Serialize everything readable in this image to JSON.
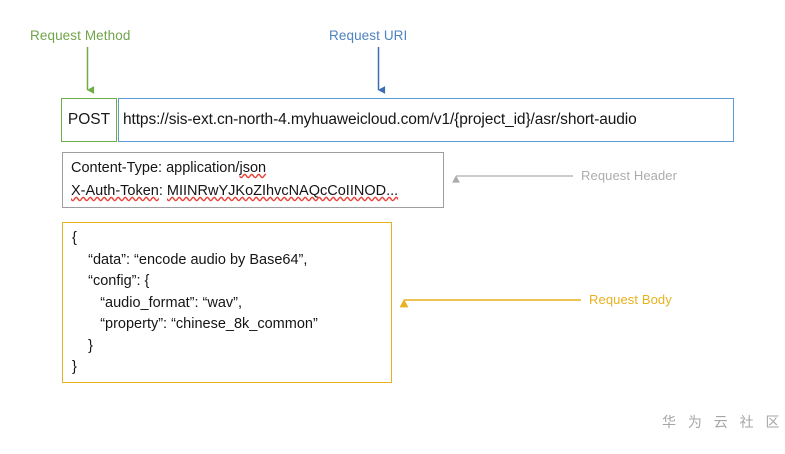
{
  "colors": {
    "method_green": "#70AD47",
    "uri_blue": "#5B9BD5",
    "header_gray": "#9E9E9E",
    "body_yellow": "#E8B11E",
    "label_gray": "#ACACAC",
    "spellcheck_red": "#E8443A"
  },
  "annotations": {
    "request_method": "Request Method",
    "request_uri": "Request URI",
    "request_header": "Request Header",
    "request_body": "Request Body"
  },
  "request": {
    "method": "POST",
    "uri": "https://sis-ext.cn-north-4.myhuaweicloud.com/v1/{project_id}/asr/short-audio",
    "headers": [
      {
        "name": "Content-Type: application/",
        "value": "json"
      },
      {
        "name": "X-Auth-Token",
        "value": "MIINRwYJKoZIhvcNAQcCoIINOD..."
      }
    ],
    "body_lines": [
      "{",
      "    “data”: “encode audio by Base64”,",
      "    “config”: {",
      "       “audio_format”: “wav”,",
      "       “property”: “chinese_8k_common”",
      "    }",
      "}"
    ],
    "body_fields": {
      "data": "encode audio by Base64",
      "audio_format": "wav",
      "property": "chinese_8k_common"
    }
  },
  "watermark": "华 为 云 社 区"
}
